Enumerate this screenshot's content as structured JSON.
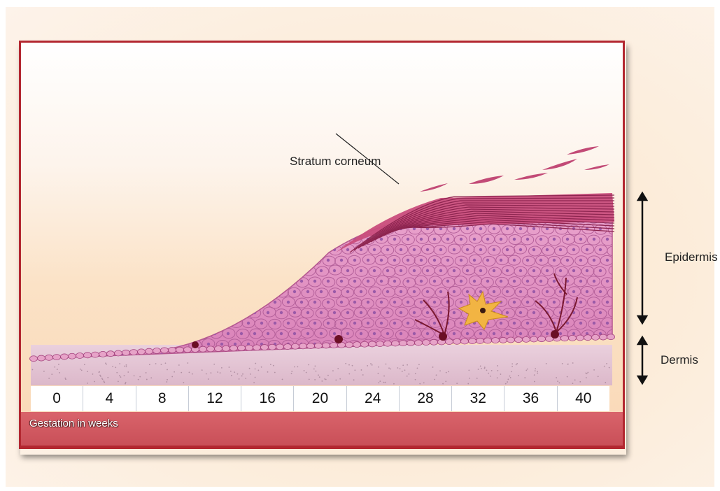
{
  "labels": {
    "stratum_corneum": "Stratum corneum",
    "epidermis": "Epidermis",
    "dermis": "Dermis",
    "x_axis_title": "Gestation in weeks"
  },
  "axis_ticks": [
    "0",
    "4",
    "8",
    "12",
    "16",
    "20",
    "24",
    "28",
    "32",
    "36",
    "40"
  ],
  "colors": {
    "frame": "#b32730",
    "bar": "#cf5a62",
    "background": "#fbe7d2",
    "epidermis_cells": "#dc8fbf",
    "cell_nucleus": "#9a5aa8",
    "dermis": "#e9c7d8",
    "stratum_corneum": "#c44a72",
    "melanocyte": "#f0b040"
  }
}
